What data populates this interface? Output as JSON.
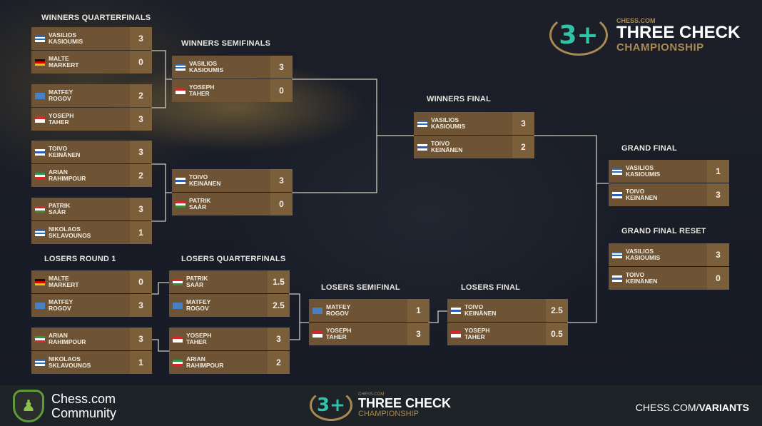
{
  "colors": {
    "box": "#6e5434",
    "score_box": "#7b5e3a",
    "accent": "#2fc4a7",
    "gold": "#a98a52"
  },
  "logo": {
    "number": "3+",
    "brand": "CHESS.COM",
    "title": "THREE CHECK",
    "subtitle": "CHAMPIONSHIP"
  },
  "rounds": [
    {
      "id": "wqf",
      "label": "WINNERS QUARTERFINALS",
      "matches": [
        [
          {
            "name": [
              "Vasilios",
              "Kasioumis"
            ],
            "flag": "greece",
            "score": "3"
          },
          {
            "name": [
              "Malte",
              "Markert"
            ],
            "flag": "germany",
            "score": "0"
          }
        ],
        [
          {
            "name": [
              "Matfey",
              "Rogov"
            ],
            "flag": "blue",
            "score": "2"
          },
          {
            "name": [
              "Yoseph",
              "Taher"
            ],
            "flag": "red-white",
            "score": "3"
          }
        ],
        [
          {
            "name": [
              "Toivo",
              "Keinänen"
            ],
            "flag": "finland",
            "score": "3"
          },
          {
            "name": [
              "Arian",
              "Rahimpour"
            ],
            "flag": "iran",
            "score": "2"
          }
        ],
        [
          {
            "name": [
              "Patrik",
              "Saár"
            ],
            "flag": "hungary",
            "score": "3"
          },
          {
            "name": [
              "Nikolaos",
              "Sklavounos"
            ],
            "flag": "greece",
            "score": "1"
          }
        ]
      ]
    },
    {
      "id": "wsf",
      "label": "WINNERS SEMIFINALS",
      "matches": [
        [
          {
            "name": [
              "Vasilios",
              "Kasioumis"
            ],
            "flag": "greece",
            "score": "3"
          },
          {
            "name": [
              "Yoseph",
              "Taher"
            ],
            "flag": "red-white",
            "score": "0"
          }
        ],
        [
          {
            "name": [
              "Toivo",
              "Keinänen"
            ],
            "flag": "finland",
            "score": "3"
          },
          {
            "name": [
              "Patrik",
              "Saár"
            ],
            "flag": "hungary",
            "score": "0"
          }
        ]
      ]
    },
    {
      "id": "wf",
      "label": "WINNERS FINAL",
      "matches": [
        [
          {
            "name": [
              "Vasilios",
              "Kasioumis"
            ],
            "flag": "greece",
            "score": "3"
          },
          {
            "name": [
              "Toivo",
              "Keinänen"
            ],
            "flag": "finland",
            "score": "2"
          }
        ]
      ]
    },
    {
      "id": "gf",
      "label": "GRAND FINAL",
      "matches": [
        [
          {
            "name": [
              "Vasilios",
              "Kasioumis"
            ],
            "flag": "greece",
            "score": "1"
          },
          {
            "name": [
              "Toivo",
              "Keinänen"
            ],
            "flag": "finland",
            "score": "3"
          }
        ]
      ]
    },
    {
      "id": "gfr",
      "label": "GRAND FINAL RESET",
      "matches": [
        [
          {
            "name": [
              "Vasilios",
              "Kasioumis"
            ],
            "flag": "greece",
            "score": "3"
          },
          {
            "name": [
              "Toivo",
              "Keinänen"
            ],
            "flag": "finland",
            "score": "0"
          }
        ]
      ]
    },
    {
      "id": "lr1",
      "label": "LOSERS ROUND 1",
      "matches": [
        [
          {
            "name": [
              "Malte",
              "Markert"
            ],
            "flag": "germany",
            "score": "0"
          },
          {
            "name": [
              "Matfey",
              "Rogov"
            ],
            "flag": "blue",
            "score": "3"
          }
        ],
        [
          {
            "name": [
              "Arian",
              "Rahimpour"
            ],
            "flag": "iran",
            "score": "3"
          },
          {
            "name": [
              "Nikolaos",
              "Sklavounos"
            ],
            "flag": "greece",
            "score": "1"
          }
        ]
      ]
    },
    {
      "id": "lqf",
      "label": "LOSERS QUARTERFINALS",
      "matches": [
        [
          {
            "name": [
              "Patrik",
              "Saár"
            ],
            "flag": "hungary",
            "score": "1.5"
          },
          {
            "name": [
              "Matfey",
              "Rogov"
            ],
            "flag": "blue",
            "score": "2.5"
          }
        ],
        [
          {
            "name": [
              "Yoseph",
              "Taher"
            ],
            "flag": "red-white",
            "score": "3"
          },
          {
            "name": [
              "Arian",
              "Rahimpour"
            ],
            "flag": "iran",
            "score": "2"
          }
        ]
      ]
    },
    {
      "id": "lsf",
      "label": "LOSERS SEMIFINAL",
      "matches": [
        [
          {
            "name": [
              "Matfey",
              "Rogov"
            ],
            "flag": "blue",
            "score": "1"
          },
          {
            "name": [
              "Yoseph",
              "Taher"
            ],
            "flag": "red-white",
            "score": "3"
          }
        ]
      ]
    },
    {
      "id": "lf",
      "label": "LOSERS FINAL",
      "matches": [
        [
          {
            "name": [
              "Toivo",
              "Keinänen"
            ],
            "flag": "finland",
            "score": "2.5"
          },
          {
            "name": [
              "Yoseph",
              "Taher"
            ],
            "flag": "red-white",
            "score": "0.5"
          }
        ]
      ]
    }
  ],
  "footer": {
    "community_line1": "Chess.com",
    "community_line2": "Community",
    "url_prefix": "CHESS.COM/",
    "url_suffix": "VARIANTS"
  }
}
